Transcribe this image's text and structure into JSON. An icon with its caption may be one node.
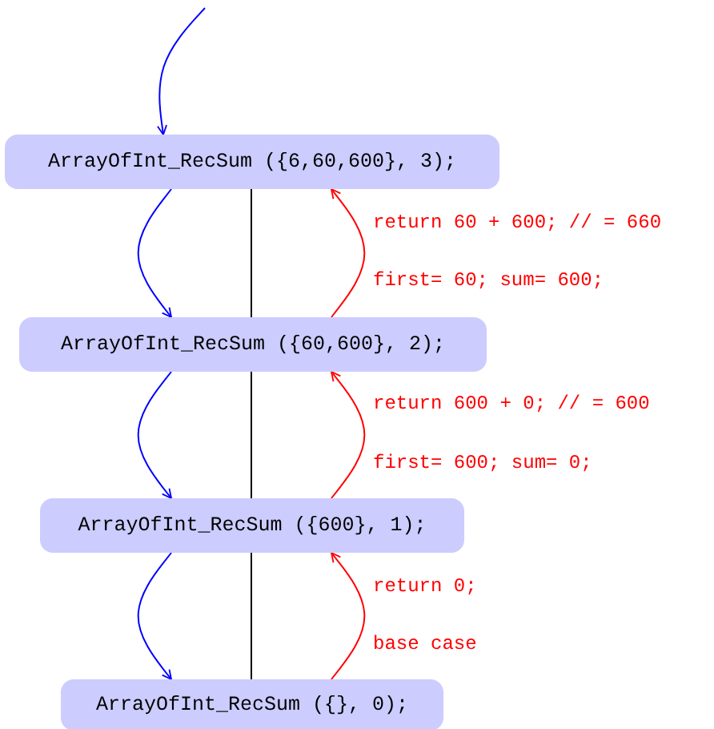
{
  "diagram": {
    "nodes": [
      {
        "text": [
          "ArrayOfInt_RecSum ({6,60,600}, 3);"
        ]
      },
      {
        "text": [
          "ArrayOfInt_RecSum ({60,600}, 2);"
        ]
      },
      {
        "text": [
          "ArrayOfInt_RecSum ({600}, 1);"
        ]
      },
      {
        "text": [
          "ArrayOfInt_RecSum ({}, 0);"
        ]
      }
    ],
    "edges": [
      {
        "from": null,
        "to": 0,
        "arrow": "to"
      },
      {
        "from": 0,
        "to": 1,
        "arrow": "to"
      },
      {
        "from": 0,
        "to": 1,
        "arrow": "none",
        "color": "#000000"
      },
      {
        "from": 1,
        "to": 0,
        "arrow": "to",
        "color": "#ff0000"
      },
      {
        "from": 1,
        "to": 2,
        "arrow": "to"
      },
      {
        "from": 1,
        "to": 2,
        "arrow": "none",
        "color": "#000000"
      },
      {
        "from": 2,
        "to": 1,
        "arrow": "to",
        "color": "#ff0000"
      },
      {
        "from": 2,
        "to": 3,
        "arrow": "to"
      },
      {
        "from": 2,
        "to": 3,
        "arrow": "none",
        "color": "#000000"
      },
      {
        "from": 3,
        "to": 2,
        "arrow": "to",
        "color": "#ff0000"
      }
    ],
    "labels": [
      "return 60 + 600; // = 660",
      "first= 60; sum= 600;",
      "return 600 + 0; // = 600",
      "first= 600; sum= 0;",
      "return 0;",
      "base case"
    ]
  }
}
